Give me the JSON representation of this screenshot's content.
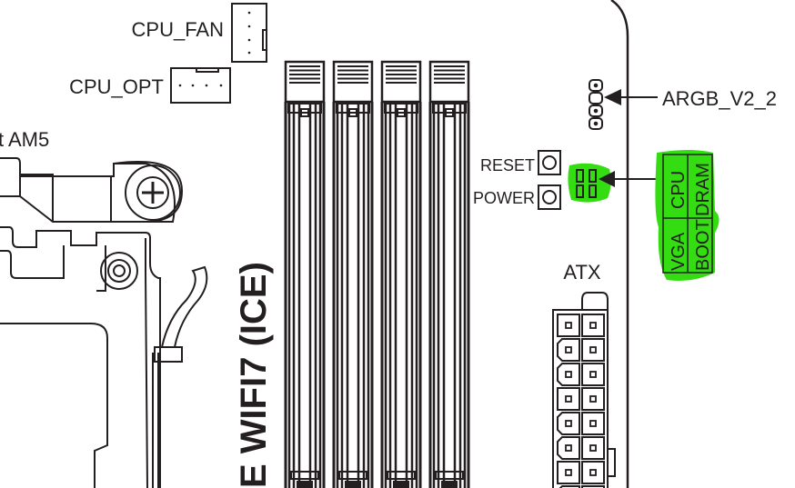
{
  "diagram": {
    "labels": {
      "cpu_fan": "CPU_FAN",
      "cpu_opt": "CPU_OPT",
      "socket": "t AM5",
      "argb": "ARGB_V2_2",
      "reset": "RESET",
      "power": "POWER",
      "atx": "ATX",
      "board_name": "E WIFI7 (ICE)"
    },
    "debug_leds": {
      "cpu": "CPU",
      "dram": "DRAM",
      "vga": "VGA",
      "boot": "BOOT"
    },
    "dimm_slot_count": 4,
    "atx_rows_visible": 8,
    "colors": {
      "line": "#231f20",
      "highlight": "#33dd11"
    }
  }
}
